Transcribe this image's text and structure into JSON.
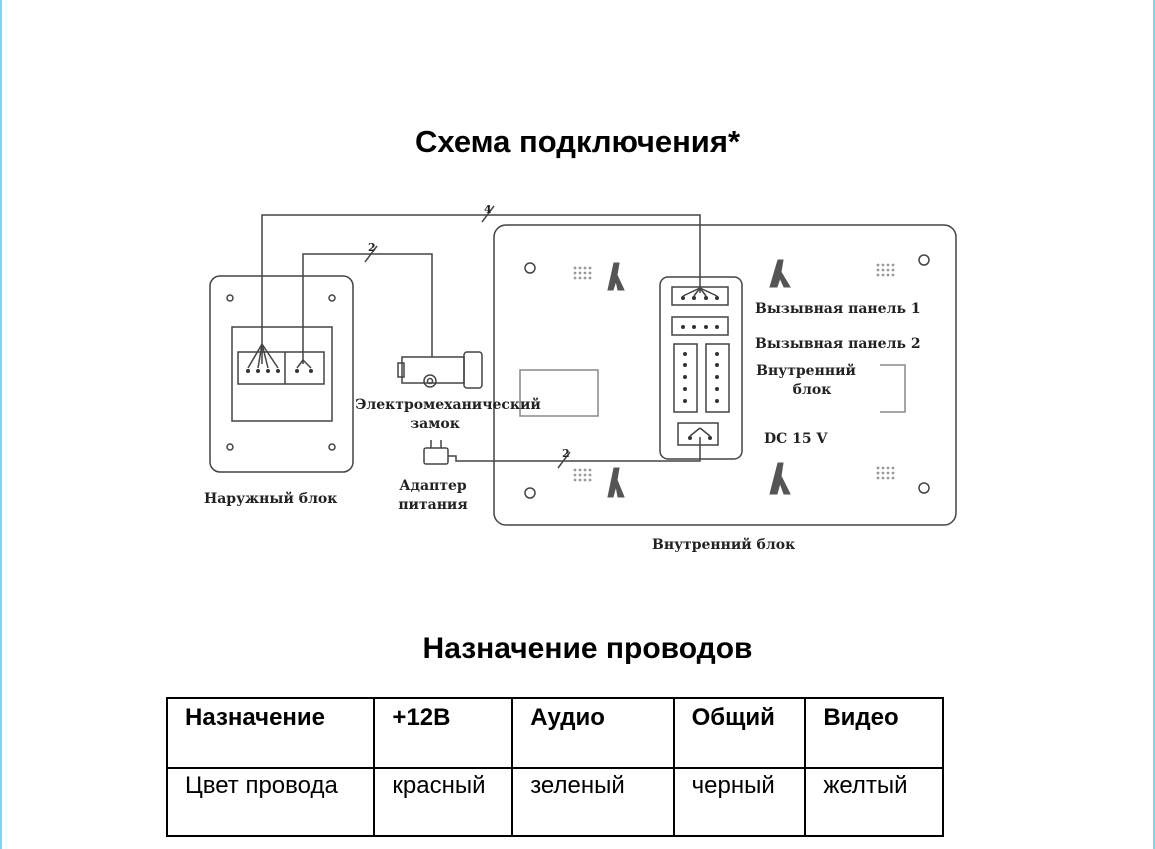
{
  "page": {
    "title": "Схема подключения*",
    "subtitle": "Назначение проводов"
  },
  "diagram": {
    "labels": {
      "outdoor_unit": "Наружный блок",
      "lock_line1": "Электромеханический",
      "lock_line2": "замок",
      "adapter_line1": "Адаптер",
      "adapter_line2": "питания",
      "call_panel_1": "Вызывная панель 1",
      "call_panel_2": "Вызывная панель 2",
      "indoor_line1": "Внутренний",
      "indoor_line2": "блок",
      "dc": "DC 15 V",
      "indoor_unit": "Внутренний блок"
    },
    "wire_counts": {
      "top": "4",
      "lock": "2",
      "power": "2"
    }
  },
  "table": {
    "header": [
      "Назначение",
      "+12В",
      "Аудио",
      "Общий",
      "Видео"
    ],
    "row": [
      "Цвет провода",
      "красный",
      "зеленый",
      "черный",
      "желтый"
    ]
  }
}
